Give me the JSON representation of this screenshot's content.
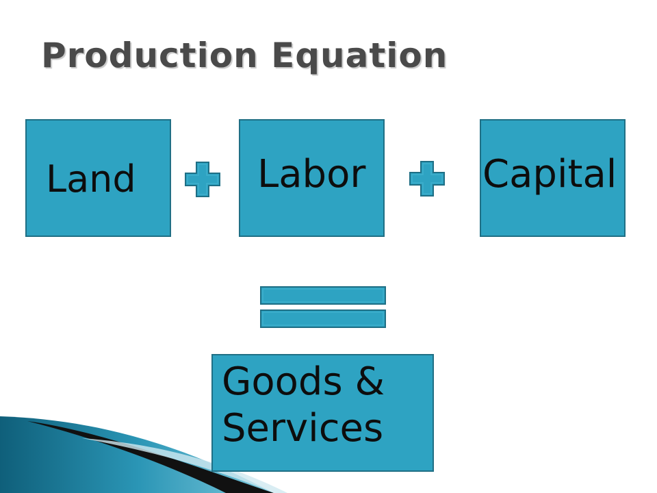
{
  "slide": {
    "title": "Production Equation"
  },
  "diagram": {
    "inputs": [
      {
        "label": "Land"
      },
      {
        "label": "Labor"
      },
      {
        "label": "Capital"
      }
    ],
    "operators": [
      "plus-icon",
      "plus-icon",
      "equals-icon"
    ],
    "output": {
      "label": "Goods & Services"
    }
  },
  "colors": {
    "box_fill": "#2ea3c2",
    "box_border": "#1f6f85",
    "title_text": "#4a4a4a",
    "label_text": "#0d0d0d"
  }
}
